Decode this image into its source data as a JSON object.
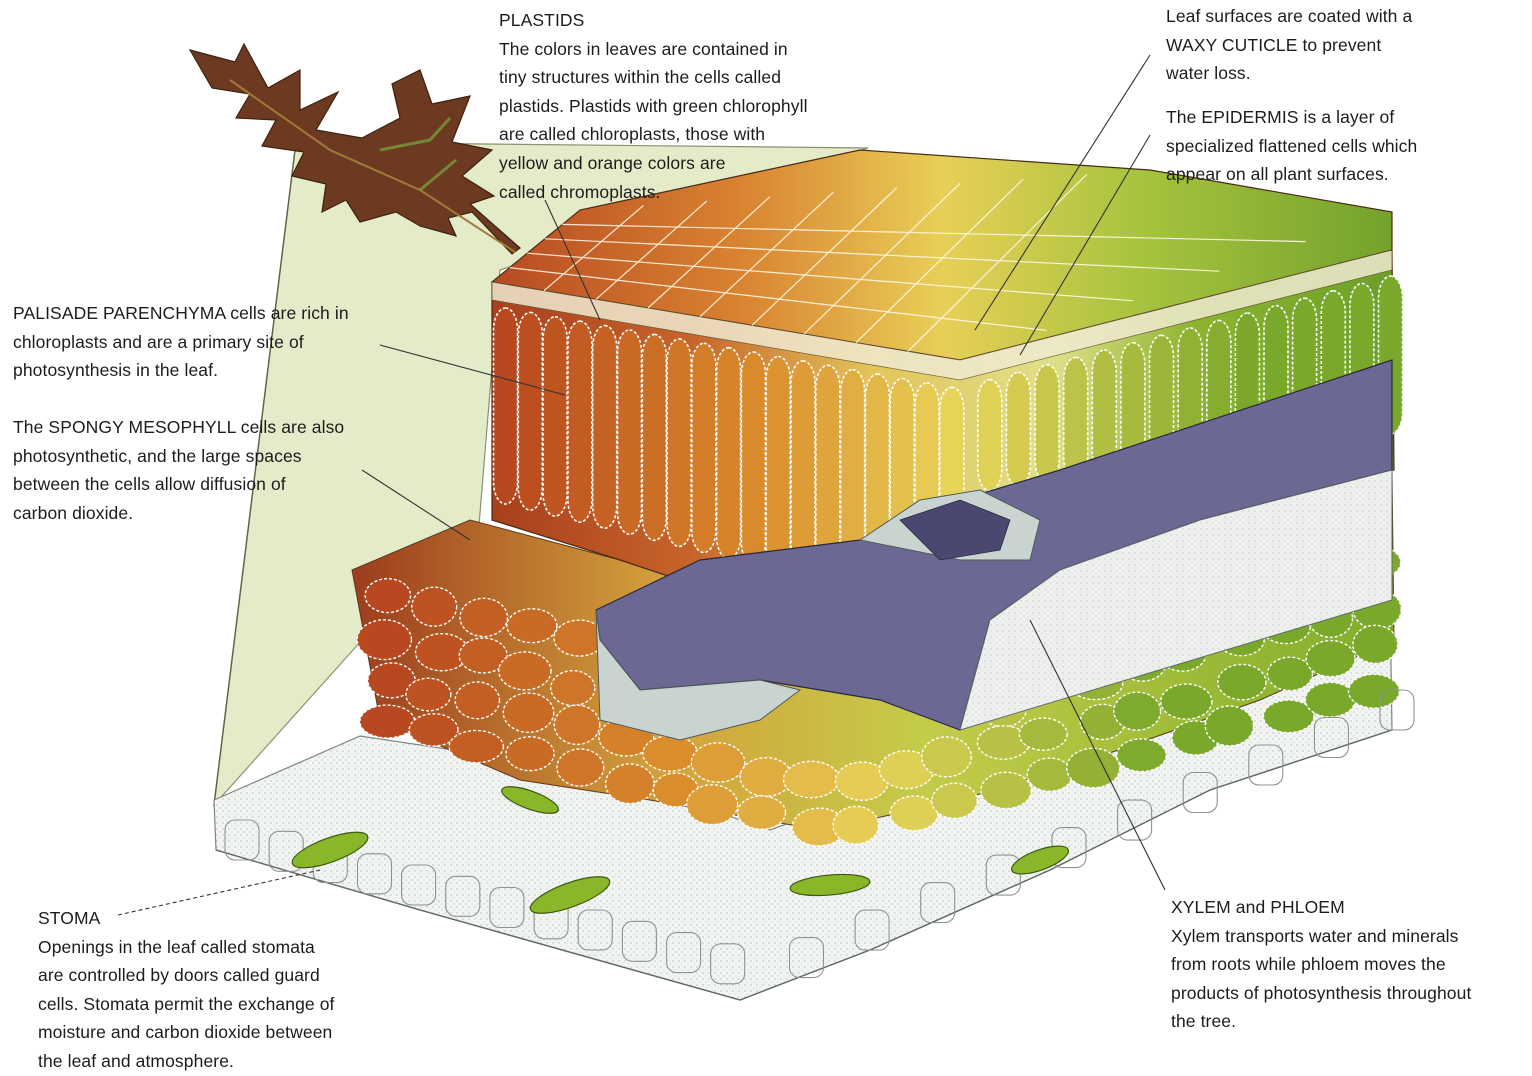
{
  "diagram": {
    "labels": {
      "plastids": {
        "title": "PLASTIDS",
        "lines": [
          "The colors in leaves are contained in",
          "tiny structures within the cells called",
          "plastids. Plastids with green chlorophyll",
          "are called chloroplasts, those with",
          "yellow and orange colors are",
          "called chromoplasts."
        ]
      },
      "cuticle": {
        "lines": [
          "Leaf surfaces are coated with a",
          "WAXY CUTICLE to prevent",
          "water loss."
        ]
      },
      "epidermis": {
        "lines": [
          "The EPIDERMIS is a layer of",
          "specialized flattened cells which",
          "appear on all plant surfaces."
        ]
      },
      "palisade": {
        "lines": [
          "PALISADE PARENCHYMA cells are rich in",
          "chloroplasts and are a primary site of",
          "photosynthesis in the leaf."
        ]
      },
      "spongy": {
        "lines": [
          "The SPONGY MESOPHYLL cells are also",
          "photosynthetic, and the large spaces",
          "between the cells allow diffusion of",
          "carbon dioxide."
        ]
      },
      "stoma": {
        "title": "STOMA",
        "lines": [
          "Openings in the leaf called stomata",
          "are controlled by doors called guard",
          "cells. Stomata permit the exchange of",
          "moisture and carbon dioxide between",
          "the leaf and atmosphere."
        ]
      },
      "xylem": {
        "title": "XYLEM and PHLOEM",
        "lines": [
          "Xylem transports water and minerals",
          "from roots while phloem moves the",
          "products of photosynthesis throughout",
          "the tree."
        ]
      }
    },
    "colors": {
      "text": "#1c1c1c",
      "leader": "#333333",
      "panel": "#e4ebc8",
      "palisade_red": "#b8481f",
      "palisade_orange": "#d9892a",
      "palisade_yellow": "#e8d45a",
      "palisade_green": "#7aa82b",
      "vein_purple": "#6b6894",
      "vein_light": "#c9d3cf",
      "lower_epidermis": "#f3f4f3",
      "guard_cell_green": "#8ab62a",
      "oak_leaf_brown": "#6b3a20"
    }
  }
}
